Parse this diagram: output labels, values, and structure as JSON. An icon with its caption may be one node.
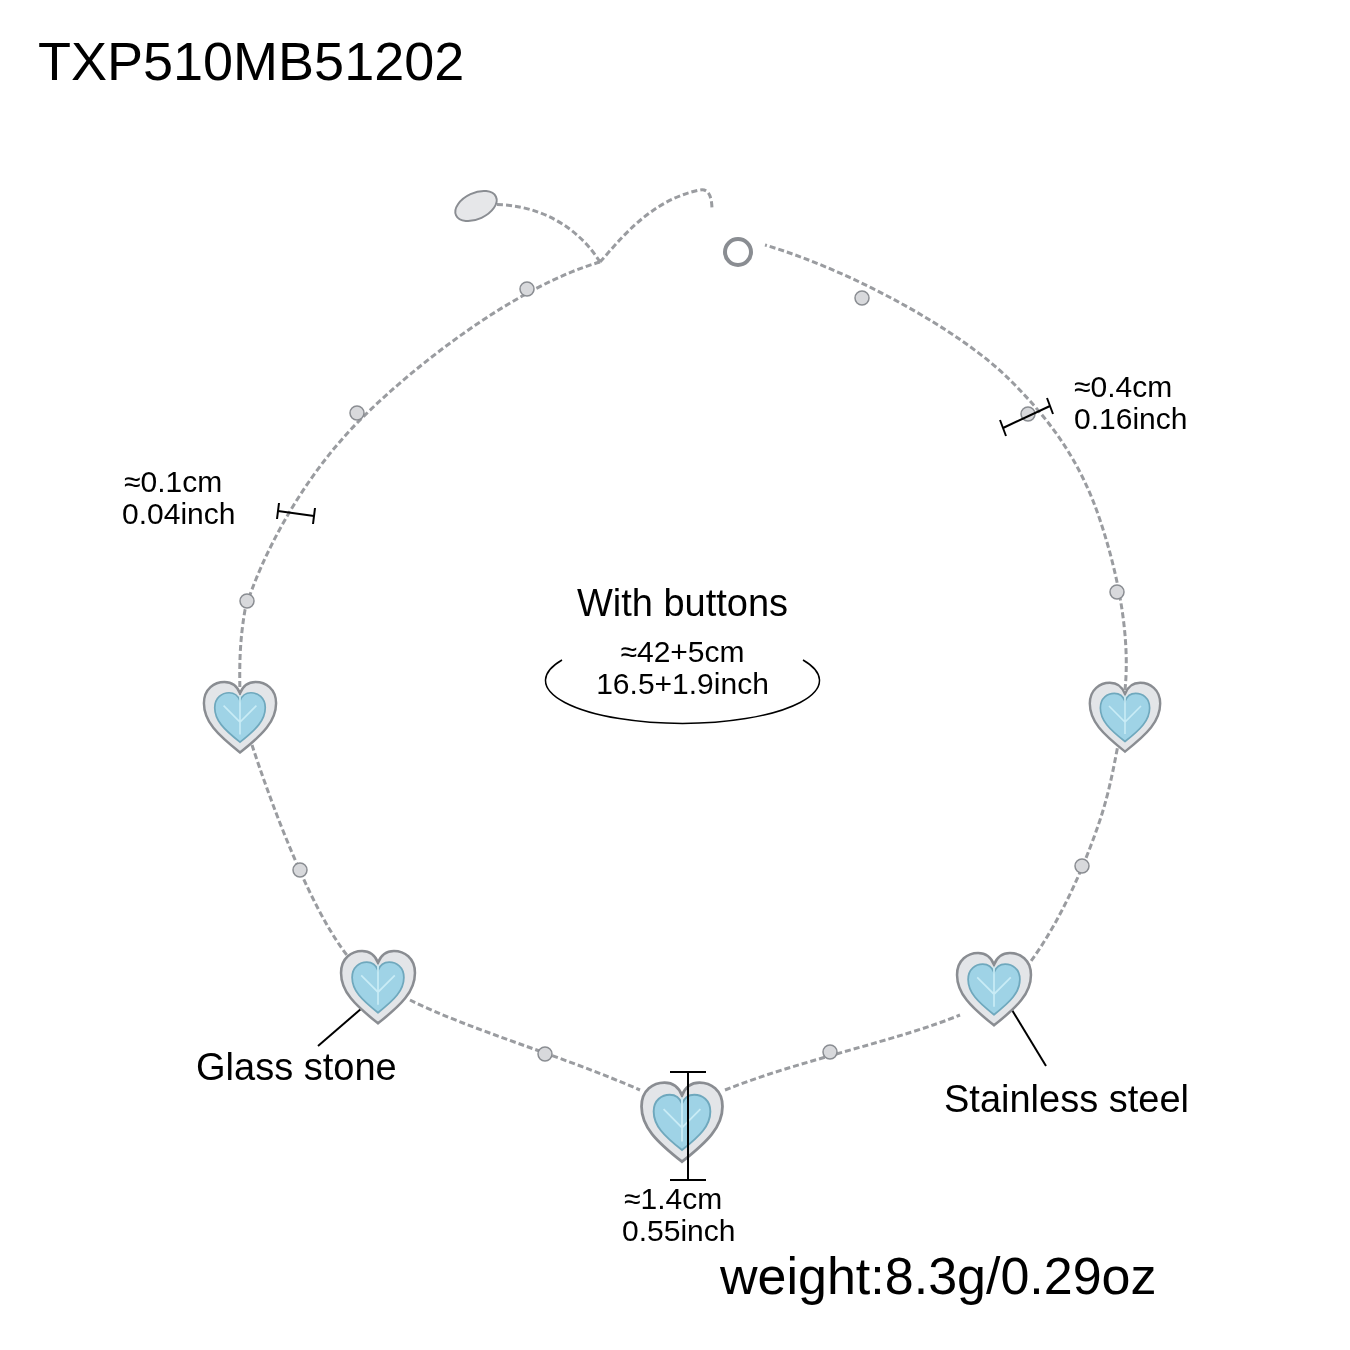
{
  "diagram": {
    "title": "TXP510MB51202",
    "nodes": [
      {
        "text": [
          "Glass stone"
        ]
      },
      {
        "text": [],
        "shape": "picture"
      },
      {
        "text": [
          "Stainless steel"
        ]
      },
      {
        "text": [],
        "shape": "picture"
      },
      {
        "text": [
          "With buttons",
          "≈42+5cm",
          "16.5+1.9inch"
        ]
      }
    ],
    "edges": [
      {
        "from": 0,
        "to": 1,
        "arrow": "none"
      },
      {
        "from": 2,
        "to": 3,
        "arrow": "none"
      }
    ],
    "labels": [
      "≈0.4cm",
      "0.16inch",
      "≈0.1cm",
      "0.04inch",
      "≈1.4cm",
      "0.55inch",
      "weight:8.3g/0.29oz"
    ]
  }
}
